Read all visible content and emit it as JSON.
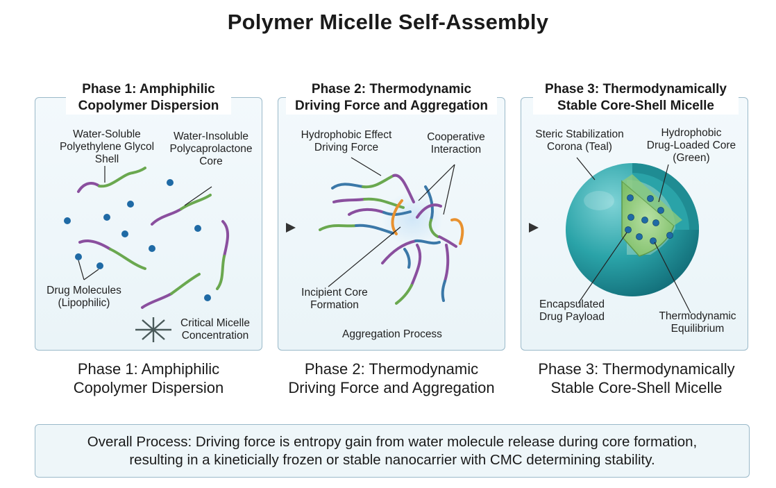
{
  "title": "Polymer Micelle Self-Assembly",
  "phases": [
    {
      "heading": [
        "Phase 1: Amphiphilic",
        "Copolymer Dispersion"
      ],
      "caption": [
        "Phase 1: Amphiphilic",
        "Copolymer Dispersion"
      ],
      "labels": {
        "shell": [
          "Water-Soluble",
          "Polyethylene Glycol",
          "Shell"
        ],
        "core": [
          "Water-Insoluble",
          "Polycaprolactone",
          "Core"
        ],
        "drug": [
          "Drug Molecules",
          "(Lipophilic)"
        ],
        "cmc": [
          "Critical Micelle",
          "Concentration"
        ]
      }
    },
    {
      "heading": [
        "Phase 2: Thermodynamic",
        "Driving Force and Aggregation"
      ],
      "caption": [
        "Phase 2: Thermodynamic",
        "Driving Force and Aggregation"
      ],
      "labels": {
        "hydrophobic": [
          "Hydrophobic Effect",
          "Driving Force"
        ],
        "cooperative": [
          "Cooperative",
          "Interaction"
        ],
        "incipient": [
          "Incipient Core",
          "Formation"
        ],
        "process": "Aggregation Process"
      }
    },
    {
      "heading": [
        "Phase 3: Thermodynamically",
        "Stable Core-Shell Micelle"
      ],
      "caption": [
        "Phase 3: Thermodynamically",
        "Stable Core-Shell Micelle"
      ],
      "labels": {
        "corona": [
          "Steric Stabilization",
          "Corona (Teal)"
        ],
        "drugcore": [
          "Hydrophobic",
          "Drug-Loaded Core",
          "(Green)"
        ],
        "payload": [
          "Encapsulated",
          "Drug Payload"
        ],
        "equilibrium": [
          "Thermodynamic",
          "Equilibrium"
        ]
      }
    }
  ],
  "summary": [
    "Overall Process: Driving force is entropy gain from water molecule release during core formation,",
    "resulting in a kineticially frozen or stable nanocarrier with  CMC determining stability."
  ],
  "colors": {
    "peg": "#8a4f9e",
    "pcl": "#6aa84f",
    "blue_chain": "#3b78a8",
    "orange_chain": "#e8912f",
    "drug": "#1f6aa5",
    "corona": "#2aa3a8",
    "core": "#9fd08a"
  }
}
